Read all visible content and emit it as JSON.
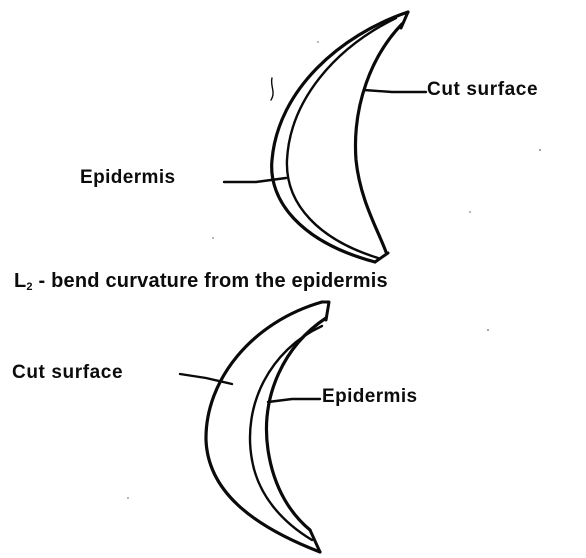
{
  "top_diagram": {
    "cut_surface_label": "Cut surface",
    "epidermis_label": "Epidermis"
  },
  "caption": {
    "prefix": "L",
    "subscript": "2",
    "text": " - bend curvature from the epidermis"
  },
  "bottom_diagram": {
    "cut_surface_label": "Cut surface",
    "epidermis_label": "Epidermis"
  }
}
